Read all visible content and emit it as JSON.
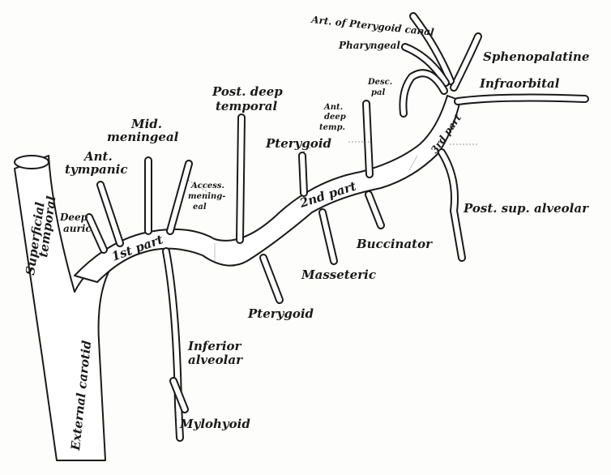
{
  "labels": {
    "art_pterygoid_canal": "Art. of Pterygoid canal",
    "pharyngeal": "Pharyngeal",
    "sphenopalatine": "Sphenopalatine",
    "desc_pal_1": "Desc.",
    "desc_pal_2": "pal",
    "infraorbital": "Infraorbital",
    "post_deep_temporal_1": "Post. deep",
    "post_deep_temporal_2": "temporal",
    "ant_deep_temp_1": "Ant.",
    "ant_deep_temp_2": "deep",
    "ant_deep_temp_3": "temp.",
    "mid_meningeal_1": "Mid.",
    "mid_meningeal_2": "meningeal",
    "pterygoid_upper": "Pterygoid",
    "third_part": "3rd part",
    "ant_tympanic_1": "Ant.",
    "ant_tympanic_2": "tympanic",
    "access_meningeal_1": "Access.",
    "access_meningeal_2": "mening-",
    "access_meningeal_3": "eal",
    "second_part": "2nd part",
    "post_sup_alveolar": "Post. sup. alveolar",
    "deep_auric_1": "Deep",
    "deep_auric_2": "auric",
    "superficial_temporal_1": "Superficial",
    "superficial_temporal_2": "temporal",
    "first_part": "1st part",
    "buccinator": "Buccinator",
    "masseteric": "Masseteric",
    "pterygoid_lower": "Pterygoid",
    "inferior_alveolar_1": "Inferior",
    "inferior_alveolar_2": "alveolar",
    "external_carotid": "External carotid",
    "mylohyoid": "Mylohyoid"
  }
}
